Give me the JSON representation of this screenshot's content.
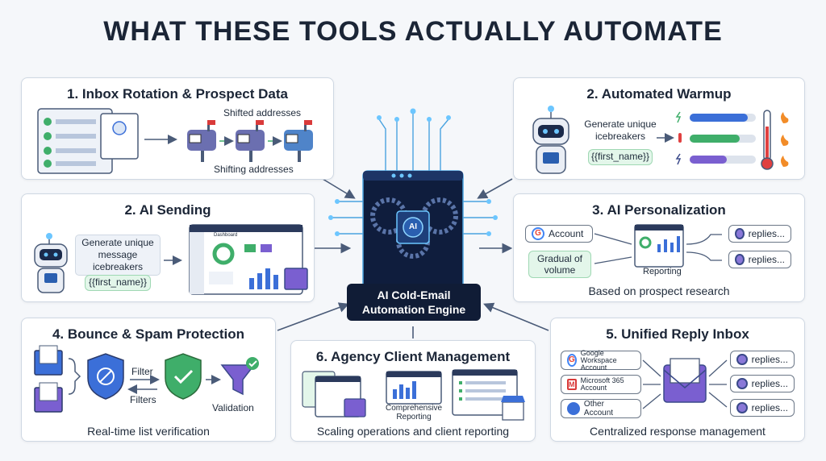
{
  "title": "WHAT THESE TOOLS ACTUALLY AUTOMATE",
  "engine": {
    "label": "AI Cold-Email Automation Engine",
    "chip": "AI"
  },
  "panels": {
    "inbox": {
      "title": "1. Inbox Rotation & Prospect Data",
      "shifted": "Shifted addresses",
      "shifting": "Shifting addresses"
    },
    "warmup": {
      "title": "2. Automated Warmup",
      "text": "Generate unique icebreakers",
      "tag": "{{first_name}}"
    },
    "sending": {
      "title": "2. AI Sending",
      "text": "Generate unique message icebreakers",
      "tag": "{{first_name}}",
      "dash": "Dashboard"
    },
    "personal": {
      "title": "3. AI Personalization",
      "account": "Account",
      "volume": "Gradual of volume",
      "reporting": "Reporting",
      "reply1": "replies...",
      "reply2": "replies...",
      "caption": "Based on prospect research"
    },
    "bounce": {
      "title": "4. Bounce & Spam Protection",
      "filter": "Filter",
      "filters": "Filters",
      "validation": "Validation",
      "caption": "Real-time list verification"
    },
    "agency": {
      "title": "6. Agency Client Management",
      "report": "Comprehensive Reporting",
      "caption": "Scaling operations and client reporting"
    },
    "unified": {
      "title": "5. Unified Reply Inbox",
      "acc1": "Google Workspace Account",
      "acc2": "Microsoft 365 Account",
      "acc3": "Other Account",
      "r1": "replies...",
      "r2": "replies...",
      "r3": "replies...",
      "caption": "Centralized response management"
    }
  },
  "colors": {
    "navy": "#101c36",
    "blue": "#3b6fd8",
    "green": "#3fae6a",
    "purple": "#7a5fd0",
    "orange": "#f28c28"
  }
}
